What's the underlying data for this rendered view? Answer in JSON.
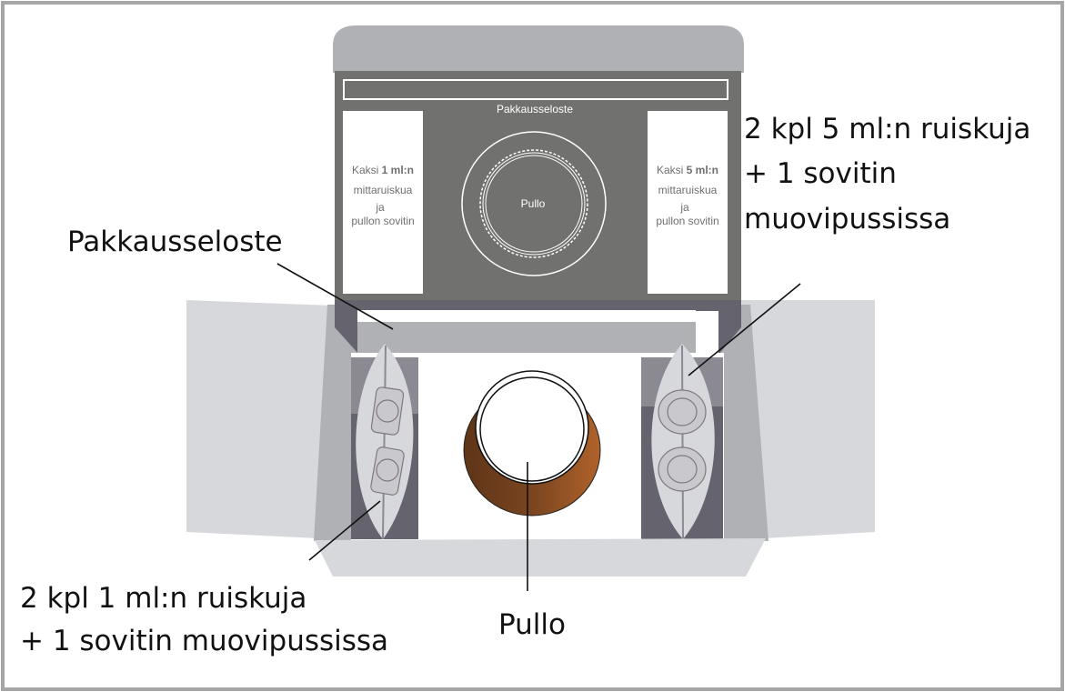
{
  "lid": {
    "title": "Pakkausseloste",
    "bottle": "Pullo",
    "left_panel": {
      "pre": "Kaksi ",
      "bold": "1 ml:n",
      "line2": "mittaruiskua",
      "line3": "ja",
      "line4": "pullon sovitin"
    },
    "right_panel": {
      "pre": "Kaksi ",
      "bold": "5 ml:n",
      "line2": "mittaruiskua",
      "line3": "ja",
      "line4": "pullon sovitin"
    }
  },
  "callouts": {
    "leaflet": "Pakkausseloste",
    "right_bag": [
      "2 kpl 5 ml:n ruiskuja",
      "+ 1 sovitin",
      "muovipussissa"
    ],
    "left_bag": [
      "2 kpl 1 ml:n ruiskuja",
      "+ 1 sovitin muovipussissa"
    ],
    "bottle": "Pullo"
  },
  "colors": {
    "frame": "#a6a6a6",
    "lid": "#717270",
    "bottle": "#8a4a1e"
  }
}
